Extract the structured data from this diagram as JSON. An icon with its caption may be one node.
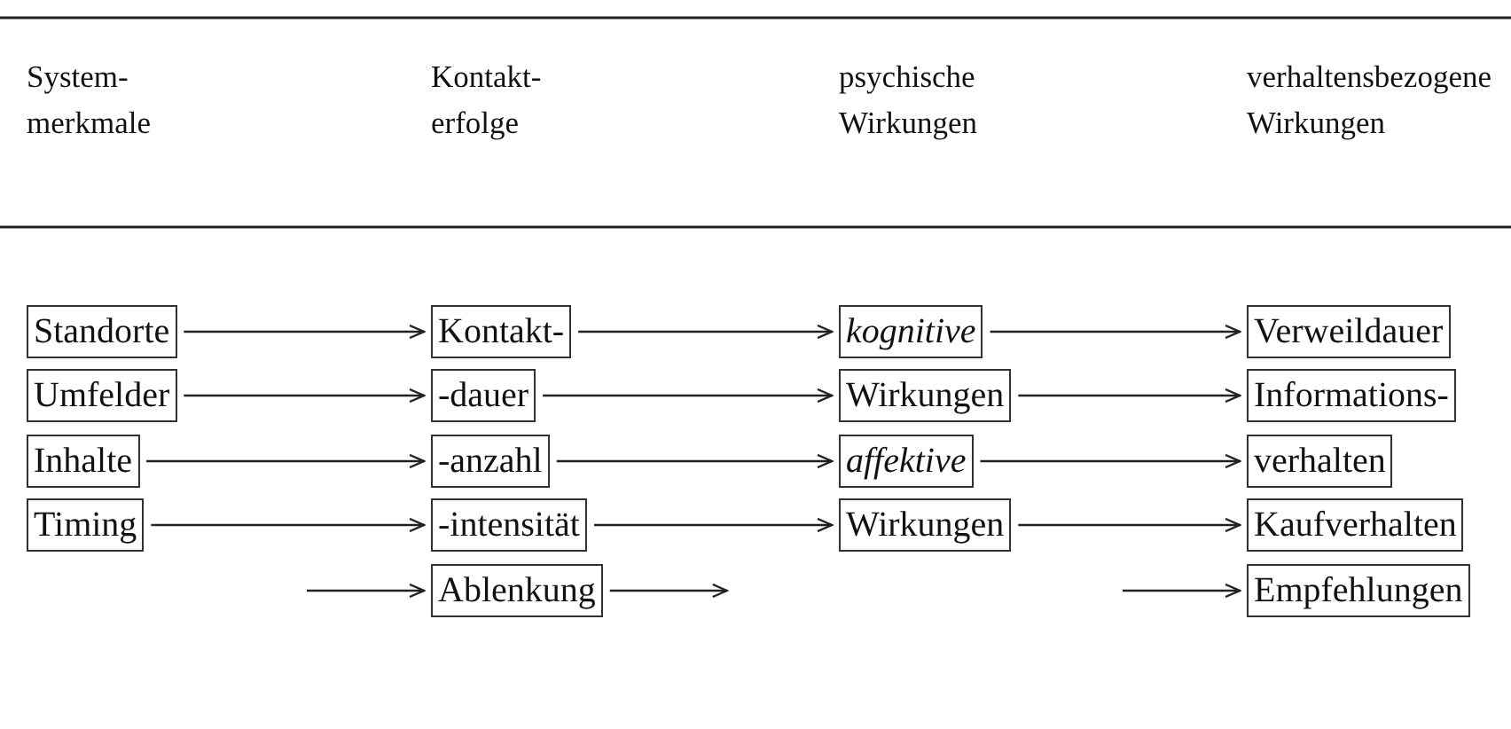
{
  "diagram": {
    "nodes": [
      {
        "text": [
          "Standorte"
        ]
      },
      {
        "text": [
          "Kontakt-"
        ]
      },
      {
        "text": [
          "kognitive"
        ]
      },
      {
        "text": [
          "Verweildauer"
        ]
      },
      {
        "text": [
          "Umfelder"
        ]
      },
      {
        "text": [
          "-dauer"
        ]
      },
      {
        "text": [
          "Wirkungen"
        ]
      },
      {
        "text": [
          "Informations-"
        ]
      },
      {
        "text": [
          "Inhalte"
        ]
      },
      {
        "text": [
          "-anzahl"
        ]
      },
      {
        "text": [
          "affektive"
        ]
      },
      {
        "text": [
          "verhalten"
        ]
      },
      {
        "text": [
          "Timing"
        ]
      },
      {
        "text": [
          "-intensität"
        ]
      },
      {
        "text": [
          "Wirkungen"
        ]
      },
      {
        "text": [
          "Kaufverhalten"
        ]
      },
      {
        "text": [
          "Ablenkung"
        ]
      },
      {
        "text": [
          "Empfehlungen"
        ]
      }
    ],
    "edges": [
      {
        "from": 0,
        "to": 1,
        "arrow": "to"
      },
      {
        "from": 1,
        "to": 2,
        "arrow": "to"
      },
      {
        "from": 2,
        "to": 3,
        "arrow": "to"
      },
      {
        "from": 4,
        "to": 5,
        "arrow": "to"
      },
      {
        "from": 5,
        "to": 6,
        "arrow": "to"
      },
      {
        "from": 6,
        "to": 7,
        "arrow": "to"
      },
      {
        "from": 8,
        "to": 9,
        "arrow": "to"
      },
      {
        "from": 9,
        "to": 10,
        "arrow": "to"
      },
      {
        "from": 10,
        "to": 11,
        "arrow": "to"
      },
      {
        "from": 12,
        "to": 13,
        "arrow": "to"
      },
      {
        "from": 13,
        "to": 14,
        "arrow": "to"
      },
      {
        "from": 14,
        "to": 15,
        "arrow": "to"
      },
      {
        "from": null,
        "to": 16,
        "arrow": "to"
      },
      {
        "from": 16,
        "to": null,
        "arrow": "to"
      },
      {
        "from": null,
        "to": 17,
        "arrow": "to"
      }
    ],
    "labels": [
      "System- merkmale",
      "Kontakt- erfolge",
      "psychische Wirkungen",
      "verhaltensbezogene Wirkungen"
    ]
  }
}
